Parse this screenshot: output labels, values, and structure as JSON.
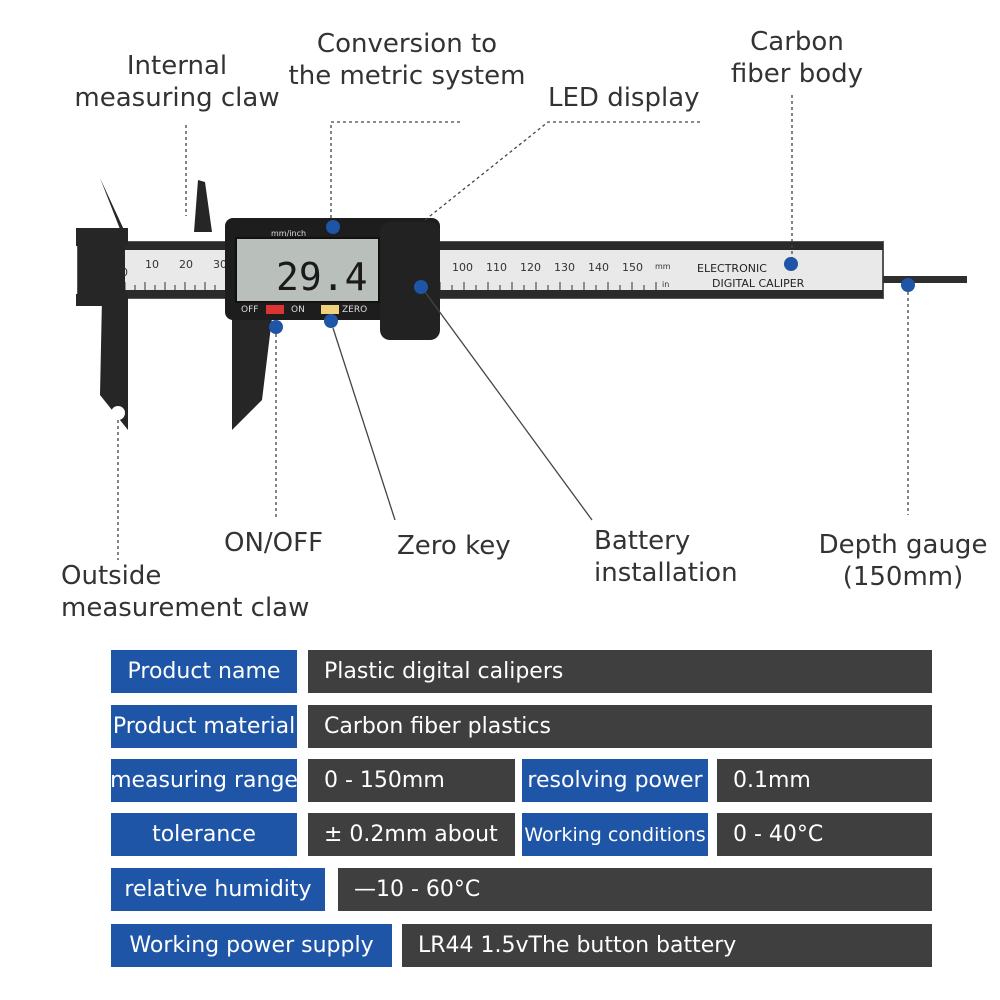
{
  "callouts": {
    "internal_claw": "Internal\nmeasuring claw",
    "conversion": "Conversion to\nthe metric system",
    "led_display": "LED display",
    "carbon_body": "Carbon\nfiber body",
    "on_off": "ON/OFF",
    "zero_key": "Zero key",
    "battery": "Battery\ninstallation",
    "depth_gauge": "Depth gauge\n(150mm)",
    "outside_claw": "Outside\nmeasurement claw"
  },
  "caliper": {
    "display_reading": "29.4",
    "unit_button_label": "mm/inch",
    "off_label": "OFF",
    "on_label": "ON",
    "zero_label": "ZERO",
    "brand_line1": "ELECTRONIC",
    "brand_line2": "DIGITAL CALIPER",
    "scale_unit_mm": "mm",
    "scale_unit_in": "in",
    "scale_left_numbers": [
      "0",
      "10",
      "20",
      "30"
    ],
    "scale_right_numbers": [
      "100",
      "110",
      "120",
      "130",
      "140",
      "150"
    ]
  },
  "specs": {
    "product_name_label": "Product name",
    "product_name_value": "Plastic digital calipers",
    "product_material_label": "Product material",
    "product_material_value": "Carbon fiber plastics",
    "measuring_range_label": "measuring range",
    "measuring_range_value": "0 - 150mm",
    "resolving_power_label": "resolving power",
    "resolving_power_value": "0.1mm",
    "tolerance_label": "tolerance",
    "tolerance_value": "± 0.2mm about",
    "working_conditions_label": "Working conditions",
    "working_conditions_value": "0 - 40°C",
    "relative_humidity_label": "relative humidity",
    "relative_humidity_value": "—10 - 60°C",
    "power_supply_label": "Working power supply",
    "power_supply_value": "LR44 1.5vThe button battery"
  },
  "colors": {
    "label_blue": "#1f55a6",
    "value_gray": "#3f3f3f",
    "marker_blue": "#1f55a6"
  }
}
